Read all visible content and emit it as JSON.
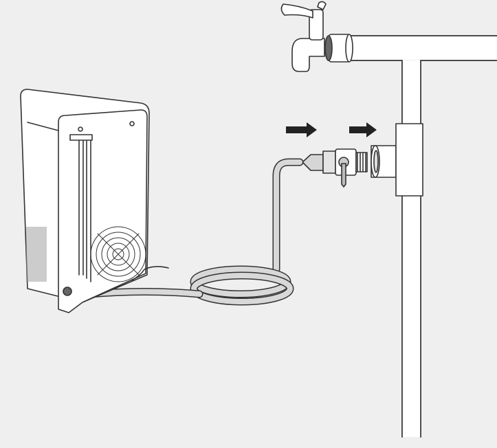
{
  "colors": {
    "background": "#efefef",
    "outline": "#333333",
    "fill": "#ffffff",
    "hose": "#d8d8d8",
    "valve": "#c8c8c8",
    "arrow": "#222222"
  },
  "parts": [
    {
      "name": "water-tap",
      "icon": "faucet-icon"
    },
    {
      "name": "water-pipe",
      "icon": "pipe-icon"
    },
    {
      "name": "tee-connector",
      "icon": "tee-joint-icon"
    },
    {
      "name": "diverter-valve",
      "icon": "valve-icon"
    },
    {
      "name": "inlet-hose",
      "icon": "hose-icon"
    },
    {
      "name": "appliance",
      "icon": "appliance-icon"
    },
    {
      "name": "direction-arrows",
      "icon": "arrow-right-icon"
    }
  ]
}
